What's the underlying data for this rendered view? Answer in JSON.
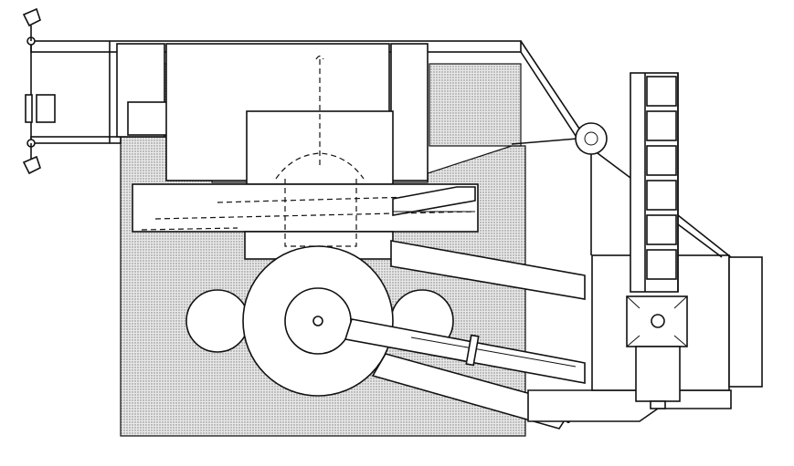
{
  "figure": {
    "kind": "mechanical-drawing",
    "style": "black line art with stippled hatching",
    "colors": {
      "ink": "#111111",
      "stipple": "#9a9a9a",
      "background": "#ffffff"
    },
    "components": [
      "stippled-base",
      "large-drum",
      "left-roller",
      "right-roller",
      "cutter-head",
      "top-chute",
      "swivel-pulley",
      "bucket-elevator",
      "elevator-drive-box",
      "inclined-conveyor-upper",
      "inclined-conveyor-lower",
      "ground-platform",
      "propeller-tip-top",
      "propeller-tip-bottom"
    ]
  }
}
